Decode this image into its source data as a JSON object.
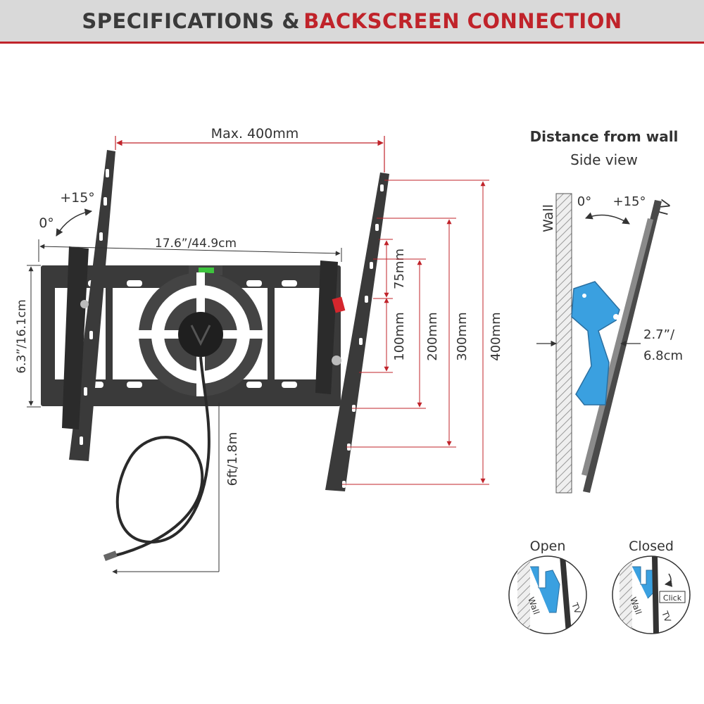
{
  "header": {
    "title_part1": "SPECIFICATIONS & ",
    "title_part2": "BACKSCREEN CONNECTION",
    "accent_color": "#c0232a"
  },
  "main": {
    "width_label": "Max. 400mm",
    "plate_width_label": "17.6”/44.9cm",
    "plate_height_label": "6.3”/16.1cm",
    "tilt_up_label": "+15°",
    "tilt_zero_label": "0°",
    "vesa_heights": [
      "75mm",
      "100mm",
      "200mm",
      "300mm",
      "400mm"
    ],
    "cable_length_label": "6ft/1.8m"
  },
  "side_view": {
    "title": "Distance from wall",
    "subtitle": "Side view",
    "wall_label": "Wall",
    "tv_label": "TV",
    "zero_label": "0°",
    "tilt_label": "+15°",
    "distance_label_line1": "2.7”/",
    "distance_label_line2": "6.8cm",
    "bracket_color": "#3aa0e0"
  },
  "lock_states": {
    "open_label": "Open",
    "closed_label": "Closed",
    "wall_label": "Wall",
    "tv_label": "TV",
    "click_label": "Click"
  }
}
